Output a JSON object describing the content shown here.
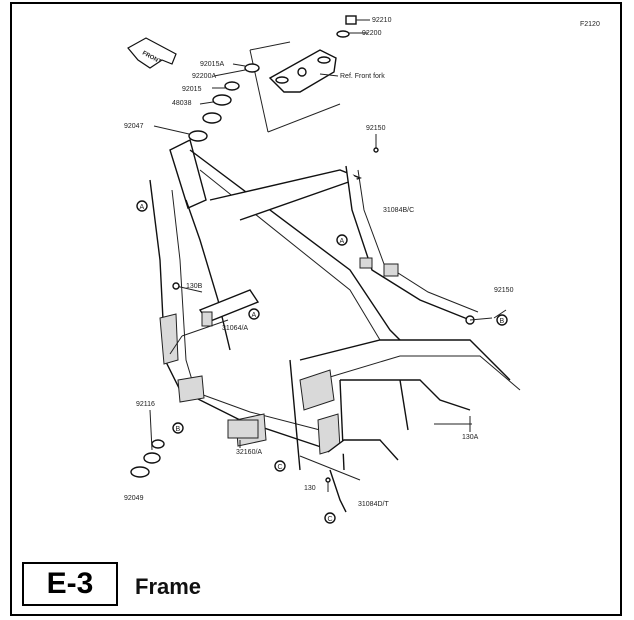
{
  "figure_id": "F2120",
  "front_label": "FRONT",
  "note": "Ref. Front fork",
  "parts": [
    {
      "id": "p-92210",
      "label": "92210"
    },
    {
      "id": "p-92200",
      "label": "92200"
    },
    {
      "id": "p-92015a",
      "label": "92015A"
    },
    {
      "id": "p-92200a",
      "label": "92200A"
    },
    {
      "id": "p-92015",
      "label": "92015"
    },
    {
      "id": "p-48038",
      "label": "48038"
    },
    {
      "id": "p-92047",
      "label": "92047"
    },
    {
      "id": "p-92150a",
      "label": "92150"
    },
    {
      "id": "p-31084b",
      "label": "31084B/C"
    },
    {
      "id": "p-92150b",
      "label": "92150"
    },
    {
      "id": "p-130b",
      "label": "130B"
    },
    {
      "id": "p-31064",
      "label": "31064/A"
    },
    {
      "id": "p-92116",
      "label": "92116"
    },
    {
      "id": "p-32160",
      "label": "32160/A"
    },
    {
      "id": "p-130a",
      "label": "130A"
    },
    {
      "id": "p-130",
      "label": "130"
    },
    {
      "id": "p-31084d",
      "label": "31084D/T"
    },
    {
      "id": "p-92049",
      "label": "92049"
    }
  ],
  "callouts": [
    "A",
    "A",
    "A",
    "B",
    "B",
    "C",
    "C"
  ],
  "section": {
    "code": "E-3",
    "title": "Frame"
  }
}
